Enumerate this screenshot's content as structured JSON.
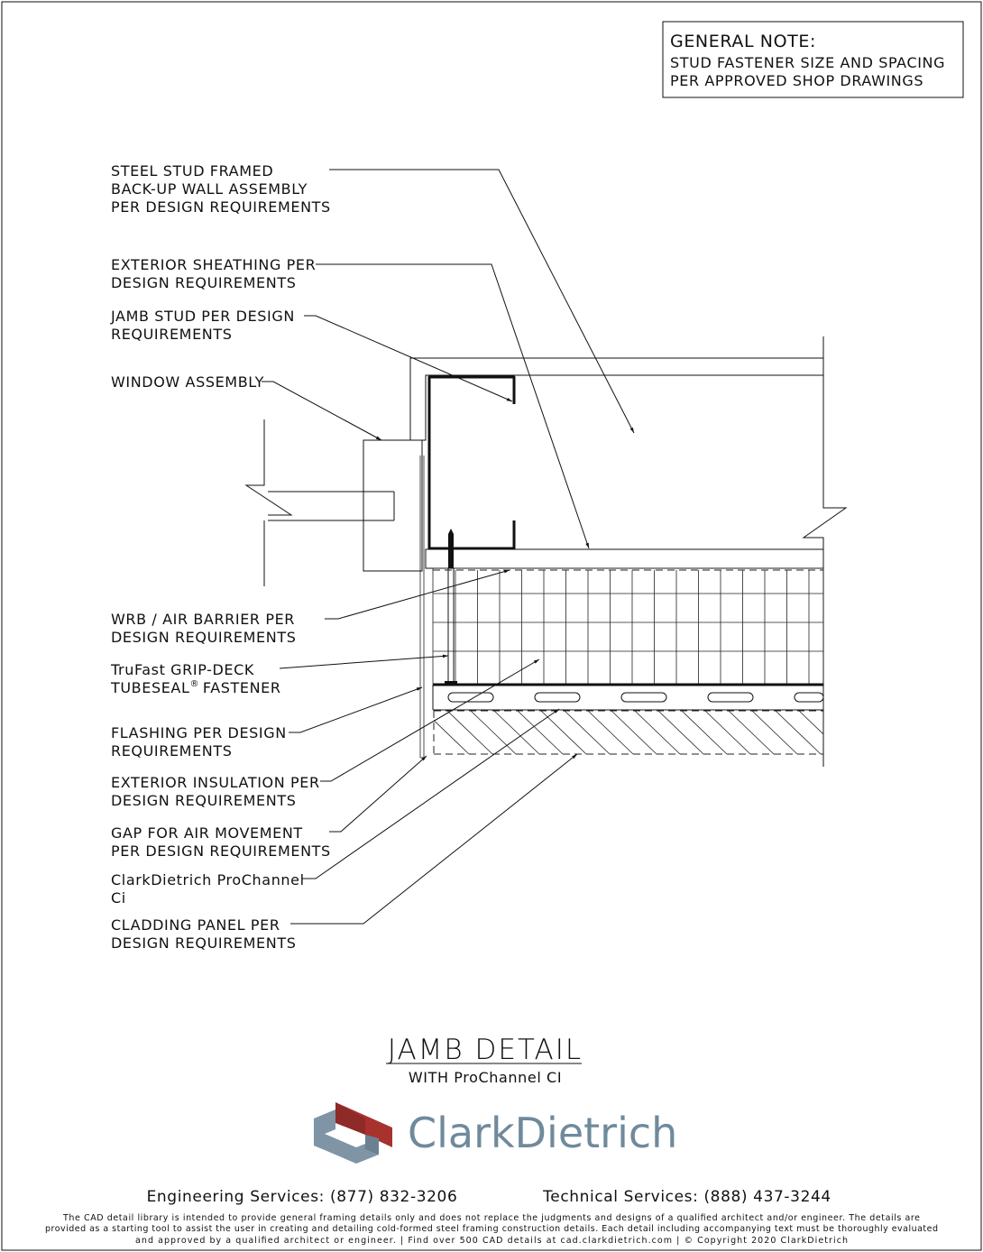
{
  "general_note": {
    "title": "GENERAL NOTE:",
    "lines": [
      "STUD FASTENER SIZE AND SPACING",
      "PER APPROVED SHOP DRAWINGS"
    ]
  },
  "callouts": [
    {
      "lines": [
        "STEEL STUD FRAMED",
        "BACK-UP WALL ASSEMBLY",
        "PER DESIGN REQUIREMENTS"
      ]
    },
    {
      "lines": [
        "EXTERIOR SHEATHING PER",
        "DESIGN REQUIREMENTS"
      ]
    },
    {
      "lines": [
        "JAMB STUD PER DESIGN",
        "REQUIREMENTS"
      ]
    },
    {
      "lines": [
        "WINDOW ASSEMBLY"
      ]
    },
    {
      "lines": [
        "WRB / AIR BARRIER PER",
        "DESIGN REQUIREMENTS"
      ]
    },
    {
      "lines": [
        "TruFast GRIP-DECK",
        "TUBESEAL",
        "® ",
        "FASTENER"
      ]
    },
    {
      "lines": [
        "FLASHING PER DESIGN",
        "REQUIREMENTS"
      ]
    },
    {
      "lines": [
        "EXTERIOR INSULATION PER",
        "DESIGN REQUIREMENTS"
      ]
    },
    {
      "lines": [
        "GAP FOR AIR MOVEMENT",
        "PER DESIGN REQUIREMENTS"
      ]
    },
    {
      "lines": [
        "ClarkDietrich ProChannel",
        "Ci"
      ]
    },
    {
      "lines": [
        "CLADDING PANEL PER",
        "DESIGN REQUIREMENTS"
      ]
    }
  ],
  "title_block": {
    "title": "JAMB DETAIL",
    "subtitle": "WITH ProChannel CI"
  },
  "logo": {
    "text": "ClarkDietrich",
    "text_color": "#6f8a9c",
    "red": "#a8322e",
    "gray": "#7f95a6"
  },
  "footer": {
    "engineering": "Engineering Services: (877) 832-3206",
    "technical": "Technical Services: (888) 437-3244",
    "disclaimer": [
      "The CAD detail library is intended to provide general framing details only and does not replace the judgments and designs of a qualified architect and/or engineer. The details are",
      "provided as a starting tool to assist the user in creating and detailing cold-formed steel framing construction details. Each detail including accompanying text must be thoroughly evaluated",
      "and approved by a qualified architect or engineer.   |   Find over 500 CAD details at cad.clarkdietrich.com   |   © Copyright 2020 ClarkDietrich"
    ]
  }
}
